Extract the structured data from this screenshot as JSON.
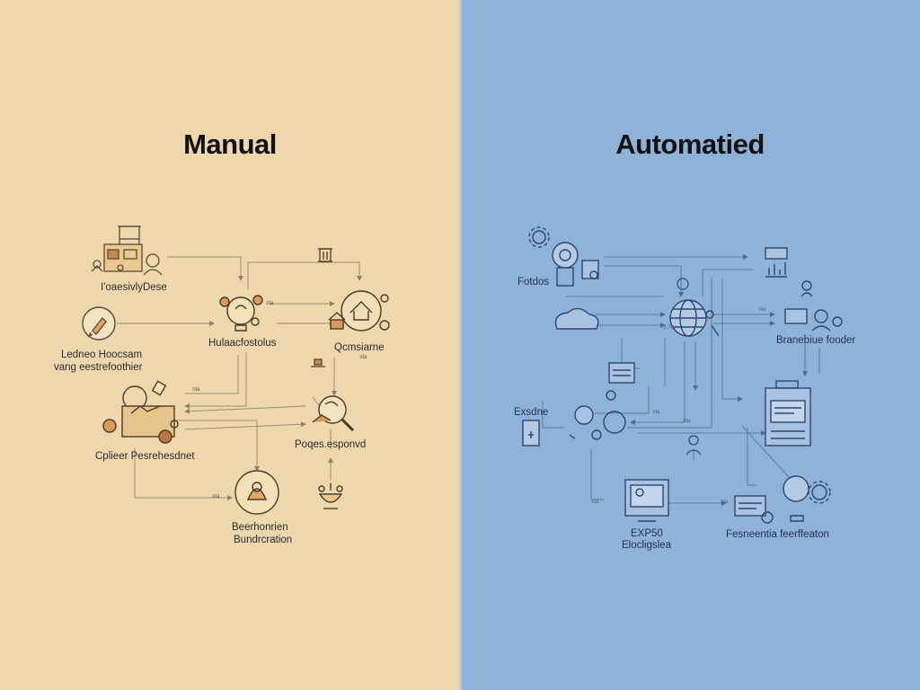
{
  "manual": {
    "title": "Manual",
    "labels": {
      "top_left": "I'oaesivlyDese",
      "left_mid_1": "Ledneo Hoocsam",
      "left_mid_2": "vang eestrefoothier",
      "center": "Hulaacfostolus",
      "right_top": "Qcmsiarne",
      "left_lower": "Cplieer Pesrehesdnet",
      "right_lower": "Poqes.esponvd",
      "bottom_1": "Beerhonrien",
      "bottom_2": "Bundrcration"
    },
    "tiny": {
      "a": "≡ta",
      "b": "≡ta",
      "c": "≡ta",
      "d": "≡ta"
    }
  },
  "automated": {
    "title": "Automatied",
    "labels": {
      "top_left": "Fotdos",
      "right_top": "Branebiue fooder",
      "left_mid": "Exsdne",
      "bottom_1": "EXP50",
      "bottom_2": "Elocligslea",
      "bottom_right": "Fesneentia feerffeaton"
    },
    "tiny": {
      "a": "≡ 7ta",
      "b": "≡ta",
      "c": "≡ta",
      "d": "≡ta",
      "e": "≡ta",
      "f": "≡ta"
    }
  }
}
